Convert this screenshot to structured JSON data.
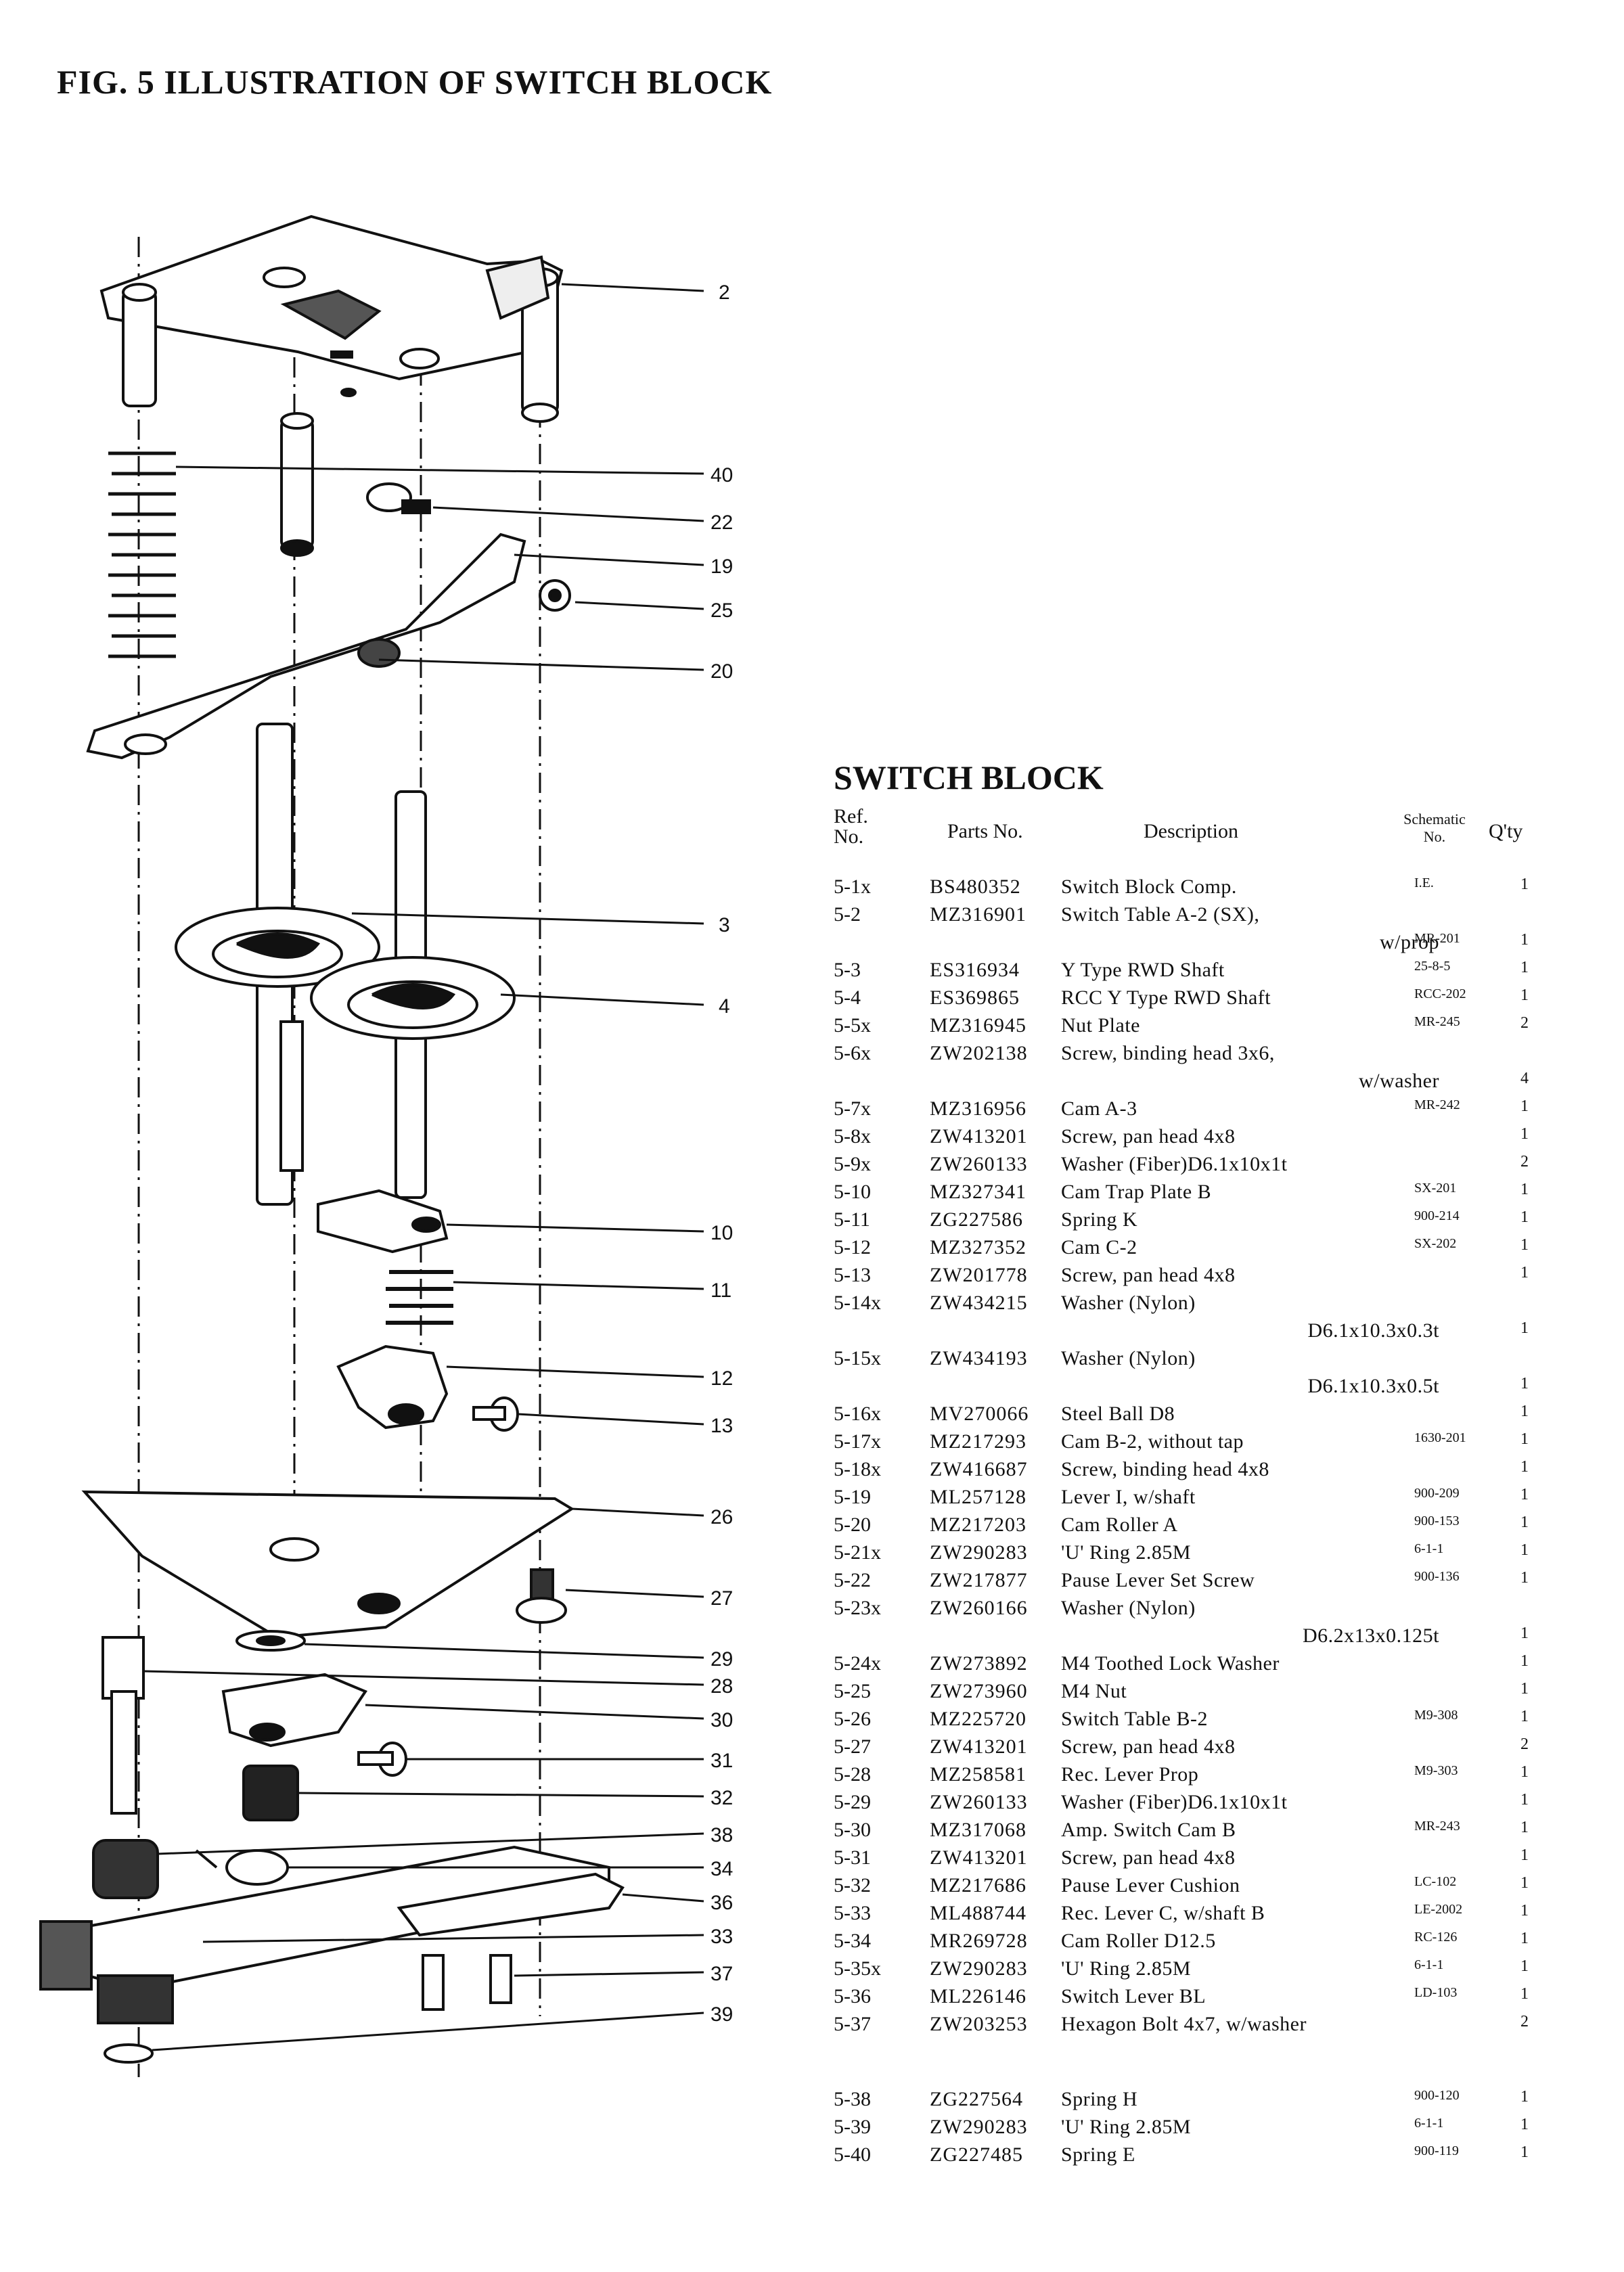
{
  "figure": {
    "title": "FIG. 5  ILLUSTRATION OF SWITCH BLOCK"
  },
  "callouts": [
    "2",
    "40",
    "22",
    "19",
    "25",
    "20",
    "3",
    "4",
    "10",
    "11",
    "12",
    "13",
    "26",
    "27",
    "29",
    "28",
    "30",
    "31",
    "32",
    "38",
    "34",
    "36",
    "33",
    "37",
    "39"
  ],
  "parts_list": {
    "title": "SWITCH BLOCK",
    "headers": {
      "ref": "Ref. No.",
      "parts_no": "Parts No.",
      "description": "Description",
      "schematic": "Schematic No.",
      "qty": "Q'ty"
    },
    "rows": [
      {
        "ref": "5-1x",
        "part": "BS480352",
        "desc": "Switch Block Comp.",
        "sch": "I.E.",
        "qty": "1"
      },
      {
        "ref": "5-2",
        "part": "MZ316901",
        "desc": "Switch Table A-2 (SX),",
        "sch": "",
        "qty": ""
      },
      {
        "ref": "",
        "part": "",
        "desc": "w/prop",
        "sch": "MR-201",
        "qty": "1",
        "cont": true
      },
      {
        "ref": "5-3",
        "part": "ES316934",
        "desc": "Y Type RWD Shaft",
        "sch": "25-8-5",
        "qty": "1"
      },
      {
        "ref": "5-4",
        "part": "ES369865",
        "desc": "RCC Y Type RWD Shaft",
        "sch": "RCC-202",
        "qty": "1"
      },
      {
        "ref": "5-5x",
        "part": "MZ316945",
        "desc": "Nut Plate",
        "sch": "MR-245",
        "qty": "2"
      },
      {
        "ref": "5-6x",
        "part": "ZW202138",
        "desc": "Screw, binding head 3x6,",
        "sch": "",
        "qty": ""
      },
      {
        "ref": "",
        "part": "",
        "desc": "w/washer",
        "sch": "",
        "qty": "4",
        "cont": true
      },
      {
        "ref": "5-7x",
        "part": "MZ316956",
        "desc": "Cam A-3",
        "sch": "MR-242",
        "qty": "1"
      },
      {
        "ref": "5-8x",
        "part": "ZW413201",
        "desc": "Screw, pan head 4x8",
        "sch": "",
        "qty": "1"
      },
      {
        "ref": "5-9x",
        "part": "ZW260133",
        "desc": "Washer (Fiber)D6.1x10x1t",
        "sch": "",
        "qty": "2"
      },
      {
        "ref": "5-10",
        "part": "MZ327341",
        "desc": "Cam Trap Plate B",
        "sch": "SX-201",
        "qty": "1"
      },
      {
        "ref": "5-11",
        "part": "ZG227586",
        "desc": "Spring K",
        "sch": "900-214",
        "qty": "1"
      },
      {
        "ref": "5-12",
        "part": "MZ327352",
        "desc": "Cam C-2",
        "sch": "SX-202",
        "qty": "1"
      },
      {
        "ref": "5-13",
        "part": "ZW201778",
        "desc": "Screw, pan head 4x8",
        "sch": "",
        "qty": "1"
      },
      {
        "ref": "5-14x",
        "part": "ZW434215",
        "desc": "Washer (Nylon)",
        "sch": "",
        "qty": ""
      },
      {
        "ref": "",
        "part": "",
        "desc": "D6.1x10.3x0.3t",
        "sch": "",
        "qty": "1",
        "cont": true
      },
      {
        "ref": "5-15x",
        "part": "ZW434193",
        "desc": "Washer (Nylon)",
        "sch": "",
        "qty": ""
      },
      {
        "ref": "",
        "part": "",
        "desc": "D6.1x10.3x0.5t",
        "sch": "",
        "qty": "1",
        "cont": true
      },
      {
        "ref": "5-16x",
        "part": "MV270066",
        "desc": "Steel Ball D8",
        "sch": "",
        "qty": "1"
      },
      {
        "ref": "5-17x",
        "part": "MZ217293",
        "desc": "Cam B-2, without tap",
        "sch": "1630-201",
        "qty": "1"
      },
      {
        "ref": "5-18x",
        "part": "ZW416687",
        "desc": "Screw, binding head 4x8",
        "sch": "",
        "qty": "1"
      },
      {
        "ref": "5-19",
        "part": "ML257128",
        "desc": "Lever I, w/shaft",
        "sch": "900-209",
        "qty": "1"
      },
      {
        "ref": "5-20",
        "part": "MZ217203",
        "desc": "Cam Roller A",
        "sch": "900-153",
        "qty": "1"
      },
      {
        "ref": "5-21x",
        "part": "ZW290283",
        "desc": "'U' Ring 2.85M",
        "sch": "6-1-1",
        "qty": "1"
      },
      {
        "ref": "5-22",
        "part": "ZW217877",
        "desc": "Pause Lever Set Screw",
        "sch": "900-136",
        "qty": "1"
      },
      {
        "ref": "5-23x",
        "part": "ZW260166",
        "desc": "Washer (Nylon)",
        "sch": "",
        "qty": ""
      },
      {
        "ref": "",
        "part": "",
        "desc": "D6.2x13x0.125t",
        "sch": "",
        "qty": "1",
        "cont": true
      },
      {
        "ref": "5-24x",
        "part": "ZW273892",
        "desc": "M4 Toothed Lock Washer",
        "sch": "",
        "qty": "1"
      },
      {
        "ref": "5-25",
        "part": "ZW273960",
        "desc": "M4 Nut",
        "sch": "",
        "qty": "1"
      },
      {
        "ref": "5-26",
        "part": "MZ225720",
        "desc": "Switch Table B-2",
        "sch": "M9-308",
        "qty": "1"
      },
      {
        "ref": "5-27",
        "part": "ZW413201",
        "desc": "Screw, pan head 4x8",
        "sch": "",
        "qty": "2"
      },
      {
        "ref": "5-28",
        "part": "MZ258581",
        "desc": "Rec. Lever Prop",
        "sch": "M9-303",
        "qty": "1"
      },
      {
        "ref": "5-29",
        "part": "ZW260133",
        "desc": "Washer (Fiber)D6.1x10x1t",
        "sch": "",
        "qty": "1"
      },
      {
        "ref": "5-30",
        "part": "MZ317068",
        "desc": "Amp. Switch Cam B",
        "sch": "MR-243",
        "qty": "1"
      },
      {
        "ref": "5-31",
        "part": "ZW413201",
        "desc": "Screw, pan head 4x8",
        "sch": "",
        "qty": "1"
      },
      {
        "ref": "5-32",
        "part": "MZ217686",
        "desc": "Pause Lever Cushion",
        "sch": "LC-102",
        "qty": "1"
      },
      {
        "ref": "5-33",
        "part": "ML488744",
        "desc": "Rec. Lever C, w/shaft B",
        "sch": "LE-2002",
        "qty": "1"
      },
      {
        "ref": "5-34",
        "part": "MR269728",
        "desc": "Cam Roller D12.5",
        "sch": "RC-126",
        "qty": "1"
      },
      {
        "ref": "5-35x",
        "part": "ZW290283",
        "desc": "'U' Ring 2.85M",
        "sch": "6-1-1",
        "qty": "1"
      },
      {
        "ref": "5-36",
        "part": "ML226146",
        "desc": "Switch Lever BL",
        "sch": "LD-103",
        "qty": "1"
      },
      {
        "ref": "5-37",
        "part": "ZW203253",
        "desc": "Hexagon Bolt 4x7, w/washer",
        "sch": "",
        "qty": "2"
      },
      {
        "ref": "5-38",
        "part": "ZG227564",
        "desc": "Spring H",
        "sch": "900-120",
        "qty": "1",
        "gap": true
      },
      {
        "ref": "5-39",
        "part": "ZW290283",
        "desc": "'U' Ring 2.85M",
        "sch": "6-1-1",
        "qty": "1"
      },
      {
        "ref": "5-40",
        "part": "ZG227485",
        "desc": "Spring E",
        "sch": "900-119",
        "qty": "1"
      }
    ]
  }
}
